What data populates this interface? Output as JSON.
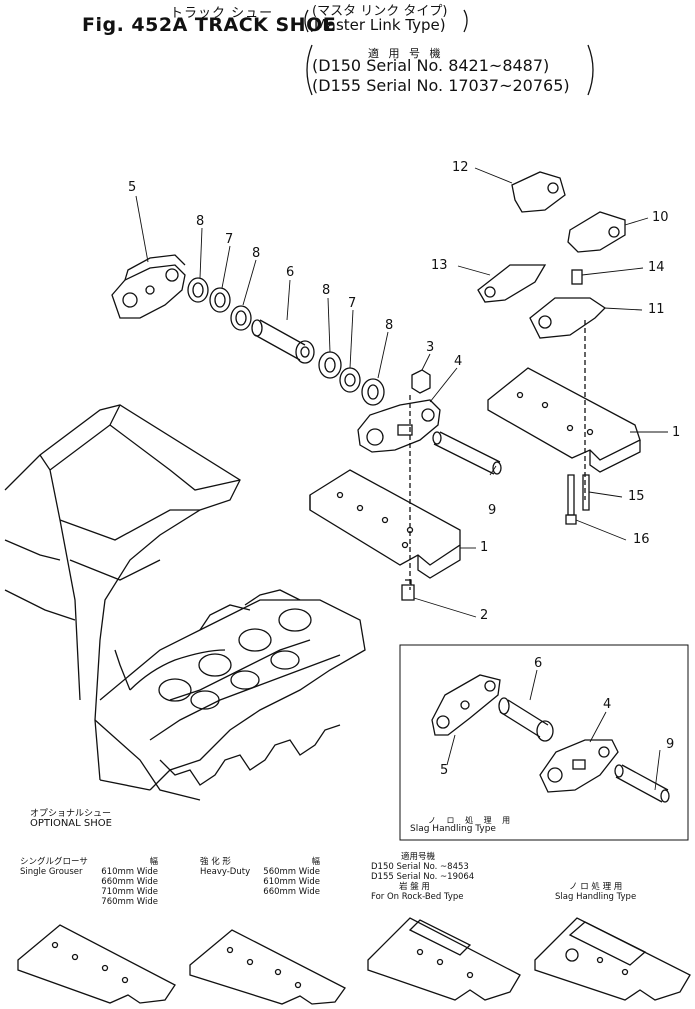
{
  "header": {
    "title_jp": "トラック シュー",
    "title": "Fig. 452A TRACK SHOE",
    "type_jp": "(マスタ リンク タイプ)",
    "type": "(Master Link Type)",
    "applicable_jp": "適 用 号 機",
    "serial_1": "(D150 Serial No. 8421~8487)",
    "serial_2": "(D155 Serial No. 17037~20765)"
  },
  "callouts": {
    "c1a": "1",
    "c1b": "1",
    "c2": "2",
    "c3": "3",
    "c4": "4",
    "c4b": "4",
    "c5": "5",
    "c5b": "5",
    "c6": "6",
    "c6b": "6",
    "c7a": "7",
    "c7b": "7",
    "c8a": "8",
    "c8b": "8",
    "c8c": "8",
    "c8d": "8",
    "c9": "9",
    "c9b": "9",
    "c10": "10",
    "c11": "11",
    "c12": "12",
    "c13": "13",
    "c14": "14",
    "c15": "15",
    "c16": "16"
  },
  "inset": {
    "label_jp": "ノ ロ 処 理 用",
    "label": "Slag Handling Type"
  },
  "optional": {
    "label_jp": "オプショナルシュー",
    "label": "OPTIONAL SHOE",
    "single_grouser": {
      "title_jp": "シングルグローサ",
      "width_jp": "幅",
      "title": "Single Grouser",
      "widths": [
        "610mm Wide",
        "660mm Wide",
        "710mm Wide",
        "760mm Wide"
      ]
    },
    "heavy_duty": {
      "title_jp": "強 化 形",
      "width_jp": "幅",
      "title": "Heavy-Duty",
      "widths": [
        "560mm Wide",
        "610mm Wide",
        "660mm Wide"
      ]
    },
    "rock_bed": {
      "applicable_jp": "適用号機",
      "serial_1": "D150 Serial No. ~8453",
      "serial_2": "D155 Serial No. ~19064",
      "title_jp": "岩 盤 用",
      "title": "For On Rock-Bed Type"
    },
    "slag": {
      "title_jp": "ノ ロ 処 理 用",
      "title": "Slag Handling Type"
    }
  }
}
